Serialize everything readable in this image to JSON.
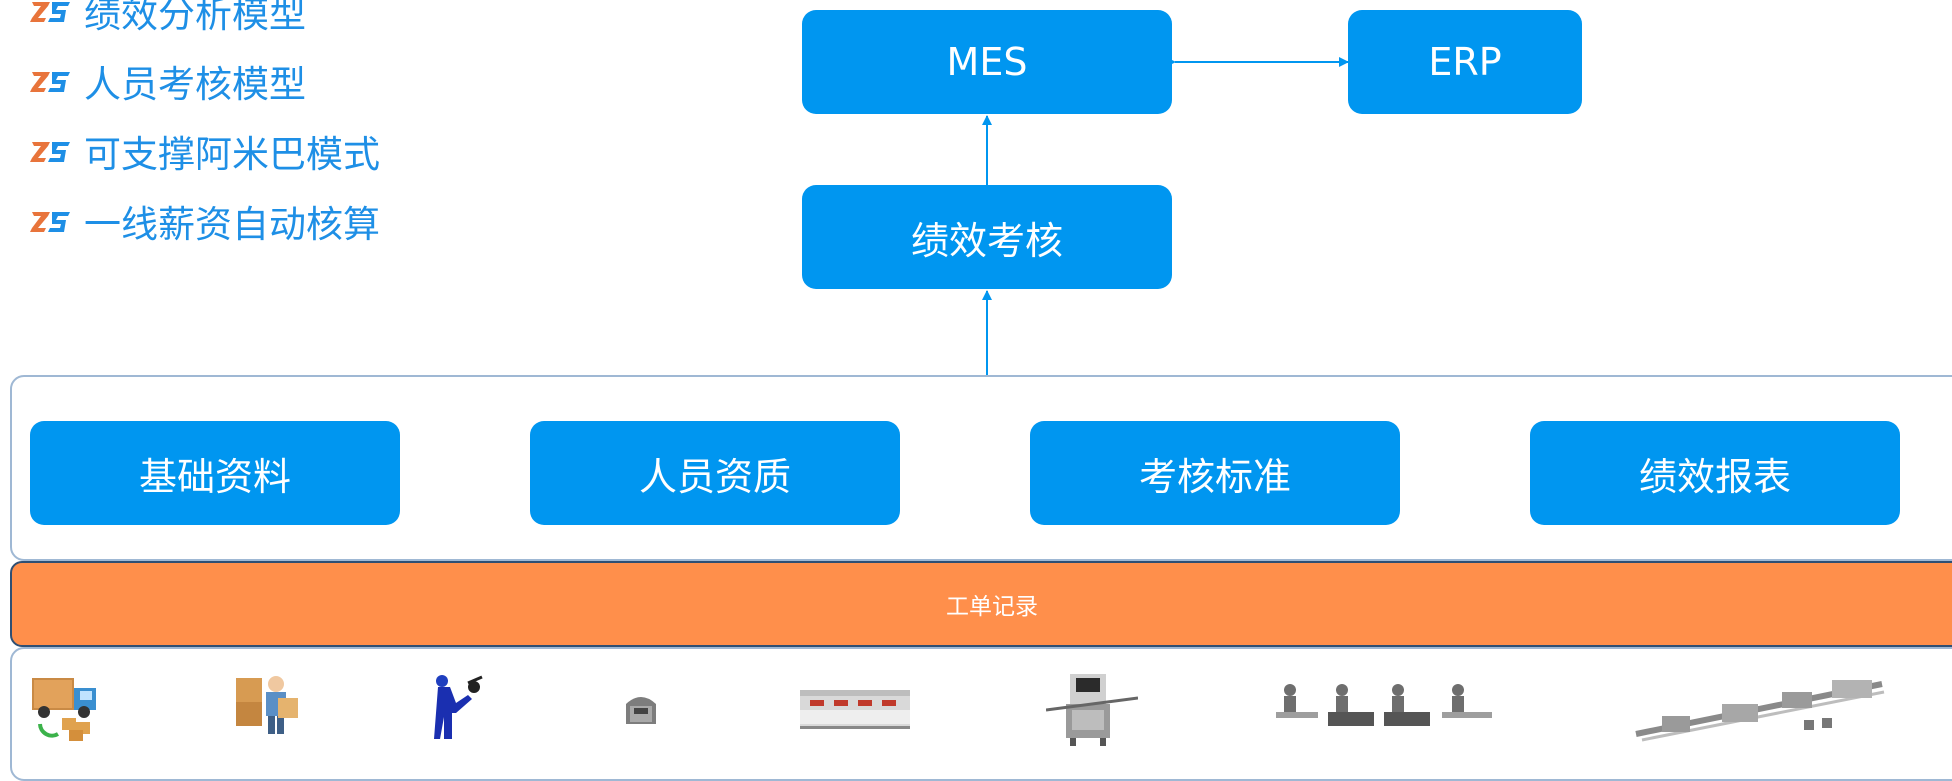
{
  "features": [
    "绩效分析模型",
    "人员考核模型",
    "可支撑阿米巴模式",
    "一线薪资自动核算"
  ],
  "systems": {
    "mes": "MES",
    "erp": "ERP",
    "performance": "绩效考核"
  },
  "modules": [
    "基础资料",
    "人员资质",
    "考核标准",
    "绩效报表"
  ],
  "work_order_band": "工单记录",
  "equipment_icons": [
    "delivery-truck-icon",
    "warehouse-worker-icon",
    "technician-icon",
    "small-machine-icon",
    "reflow-oven-icon",
    "inspection-machine-icon",
    "assembly-workers-icon",
    "production-line-icon"
  ],
  "colors": {
    "box_blue": "#0096f0",
    "text_blue": "#1e8fe6",
    "band_orange": "#ff8f4b",
    "panel_border": "#9fb8d4"
  }
}
